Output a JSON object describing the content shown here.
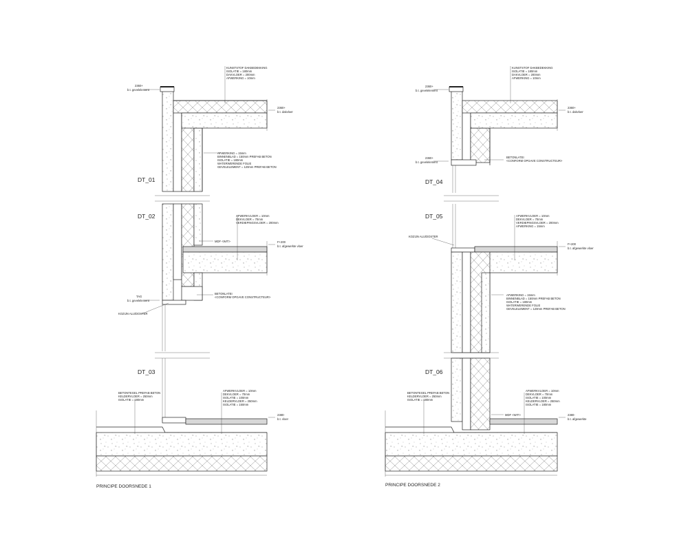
{
  "sections": [
    {
      "caption": "PRINCIPE DOORSNEDE 1",
      "details": [
        {
          "label": "DT_01"
        },
        {
          "label": "DT_02"
        },
        {
          "label": "DT_03"
        }
      ],
      "levels": [
        {
          "value": "2360+",
          "sub": "b.t. gevelelement"
        },
        {
          "value": "2360+",
          "sub": "b.t. dakvloer"
        },
        {
          "value": "F+200",
          "sub": "b.t. afgewerkte vloer"
        },
        {
          "value": "TAG",
          "sub": "b.t. gevelelement"
        },
        {
          "value": "2380-",
          "sub": "b.t. vloer"
        }
      ],
      "notes": [
        {
          "lines": [
            "KUNSTSTOF DAKBEDEKKING",
            "ISOLATIE = 180mm",
            "DAKVLOER = 200mm",
            "AFWERKING = 10mm"
          ]
        },
        {
          "lines": [
            "AFWERKING = 15mm",
            "BINNENBLAD = 150mm PREFAB BETON",
            "ISOLATIE = 180mm",
            "WATERWERENDE FOLIE",
            "GEVELELEMENT = 120mm PREFAB BETON"
          ]
        },
        {
          "lines": [
            "AFWERKVLOER = 10mm",
            "DEKVLOER = 70mm",
            "VERDIEPINGSVLOER = 200mm"
          ]
        },
        {
          "lines": [
            "MDF <WIT>"
          ]
        },
        {
          "lines": [
            "BETONLATEI",
            "<CONFORM OPGAVE CONSTRUCTEUR>"
          ]
        },
        {
          "lines": [
            "KOZIJN ALU/DOSTER"
          ]
        },
        {
          "lines": [
            "BETONTEGEL PREFAB BETON",
            "KELDERVLOER = 250mm",
            "ISOLATIE = 180mm"
          ]
        },
        {
          "lines": [
            "AFWERKVLOER = 10mm",
            "DEKVLOER = 70mm",
            "ISOLATIE = 100mm",
            "KELDERVLOER = 250mm",
            "ISOLATIE = 150mm"
          ]
        }
      ]
    },
    {
      "caption": "PRINCIPE DOORSNEDE 2",
      "details": [
        {
          "label": "DT_04"
        },
        {
          "label": "DT_05"
        },
        {
          "label": "DT_06"
        }
      ],
      "levels": [
        {
          "value": "2360+",
          "sub": "b.t. gevelelement"
        },
        {
          "value": "2360+",
          "sub": "b.t. dakvloer"
        },
        {
          "value": "2360+",
          "sub": "b.t. gevelelement"
        },
        {
          "value": "F+200",
          "sub": "b.t. afgewerkte vloer"
        },
        {
          "value": "2380-",
          "sub": "b.t. afgewerkte"
        }
      ],
      "notes": [
        {
          "lines": [
            "KUNSTSTOF DAKBEDEKKING",
            "ISOLATIE = 180mm",
            "DAKVLOER = 200mm",
            "AFWERKING = 10mm"
          ]
        },
        {
          "lines": [
            "BETONLATEI",
            "<CONFORM OPGAVE CONSTRUCTEUR>"
          ]
        },
        {
          "lines": [
            "KOZIJN ALU/DOSTER"
          ]
        },
        {
          "lines": [
            "AFWERKVLOER = 10mm",
            "DEKVLOER = 70mm",
            "VERDIEPINGSVLOER = 200mm",
            "AFWERKING = 15mm"
          ]
        },
        {
          "lines": [
            "AFWERKING = 15mm",
            "BINNENBLAD = 150mm PREFAB BETON",
            "ISOLATIE = 180mm",
            "WATERWERENDE FOLIE",
            "GEVELELEMENT = 120mm PREFAB BETON"
          ]
        },
        {
          "lines": [
            "BETONTEGEL PREFAB BETON",
            "KELDERVLOER = 250mm",
            "ISOLATIE = 180mm"
          ]
        },
        {
          "lines": [
            "AFWERKVLOER = 10mm",
            "DEKVLOER = 70mm",
            "ISOLATIE = 100mm",
            "KELDERVLOER = 250mm",
            "ISOLATIE = 180mm"
          ]
        },
        {
          "lines": [
            "MDF <WIT>"
          ]
        }
      ]
    }
  ]
}
